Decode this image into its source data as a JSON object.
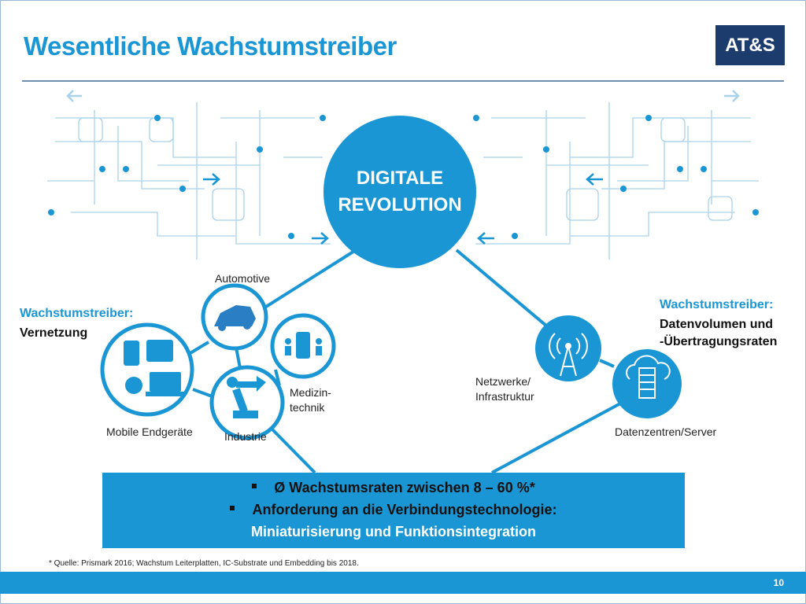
{
  "title": "Wesentliche Wachstumstreiber",
  "logo": "AT&S",
  "center": {
    "line1": "DIGITALE",
    "line2": "REVOLUTION"
  },
  "left": {
    "heading": "Wachstumstreiber:",
    "text": "Vernetzung",
    "items": {
      "automotive": "Automotive",
      "mobile": "Mobile Endgeräte",
      "industrie": "Industrie",
      "medizin1": "Medizin-",
      "medizin2": "technik"
    }
  },
  "right": {
    "heading": "Wachstumstreiber:",
    "text1": "Datenvolumen und",
    "text2": "-Übertragungsraten",
    "items": {
      "netz1": "Netzwerke/",
      "netz2": "Infrastruktur",
      "daten": "Datenzentren/Server"
    }
  },
  "box": {
    "line1": "Ø Wachstumsraten zwischen 8 – 60 %*",
    "line2": "Anforderung an die Verbindungstechnologie:",
    "line3": "Miniaturisierung und Funktionsintegration"
  },
  "footnote": "* Quelle: Prismark 2016; Wachstum Leiterplatten, IC-Substrate und Embedding bis 2018.",
  "page_number": "10"
}
